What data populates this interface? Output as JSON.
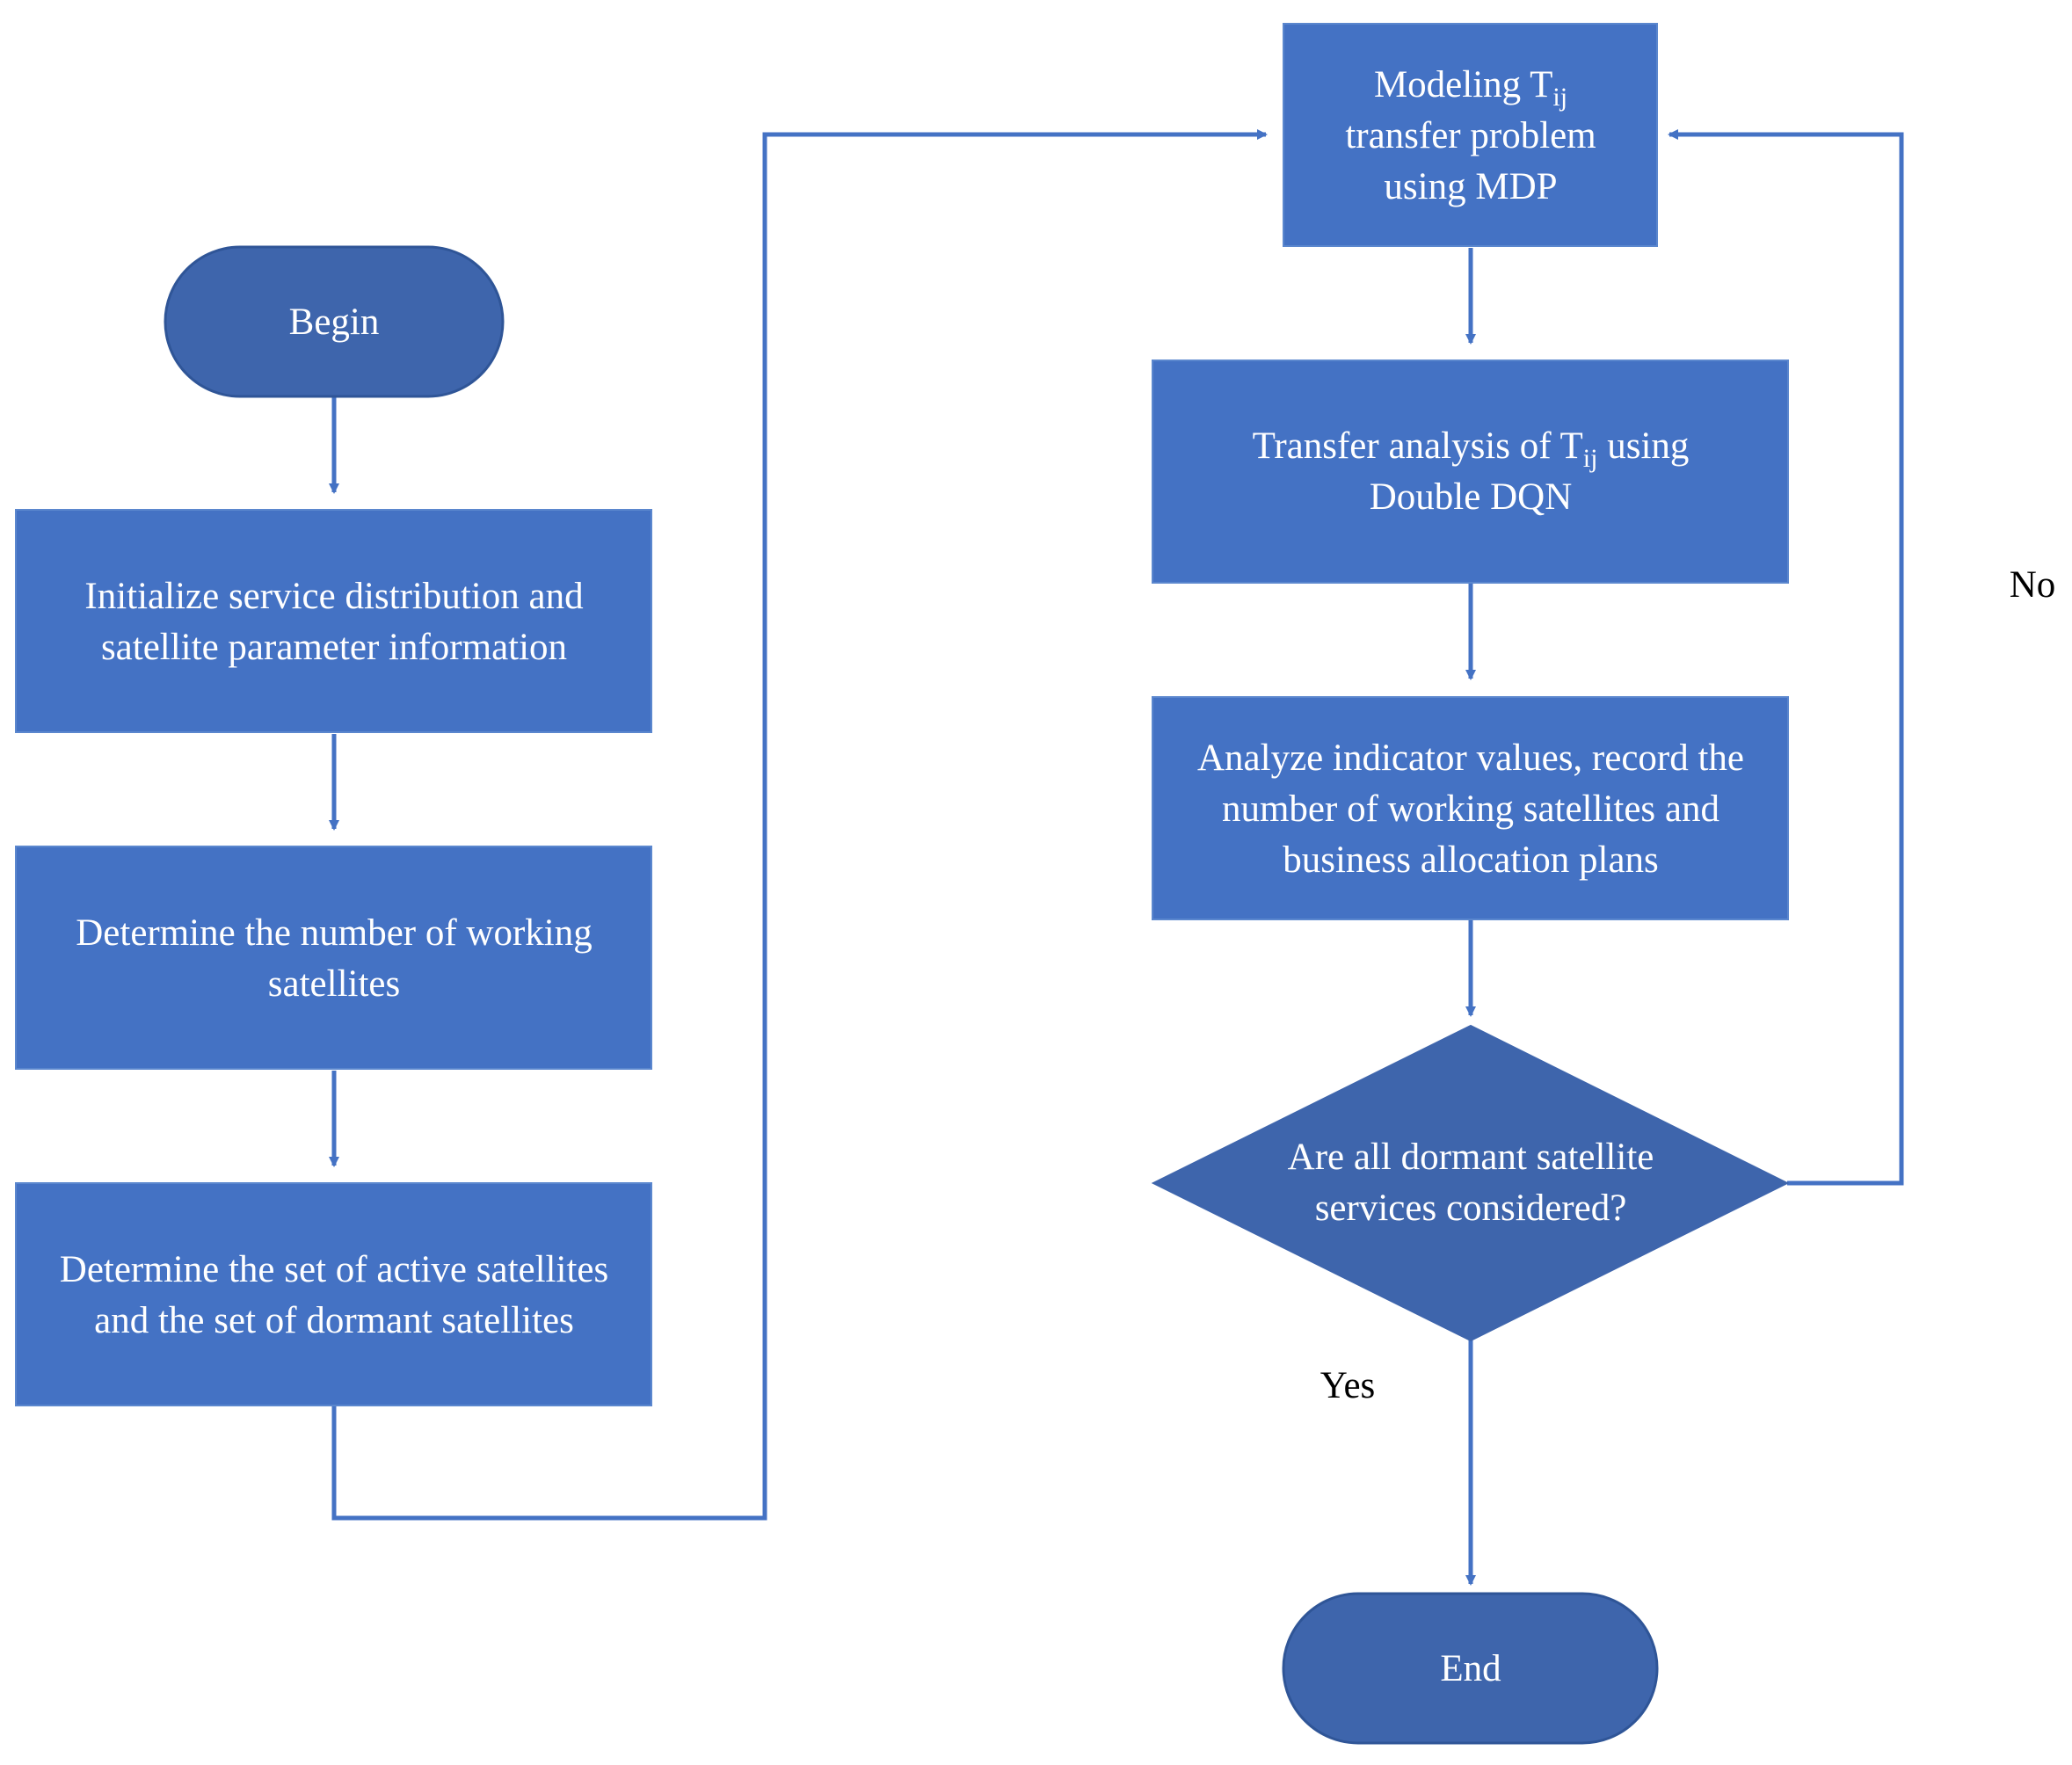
{
  "colors": {
    "process_fill": "#4472C4",
    "process_stroke": "#5B87CE",
    "terminal_fill": "#3E65AC",
    "terminal_stroke": "#2F5597",
    "decision_fill": "#3E65AC",
    "edge": "#4472C4",
    "text": "#FFFFFF",
    "label_text": "#000000"
  },
  "nodes": {
    "begin": {
      "kind": "terminal",
      "lines": [
        "Begin"
      ]
    },
    "init": {
      "kind": "process",
      "lines": [
        "Initialize service distribution and",
        "satellite parameter information"
      ]
    },
    "determine_number": {
      "kind": "process",
      "lines": [
        "Determine the number of working",
        "satellites"
      ]
    },
    "determine_sets": {
      "kind": "process",
      "lines": [
        "Determine the set of active satellites",
        "and the set of dormant satellites"
      ]
    },
    "modeling": {
      "kind": "process",
      "lines": [
        "Modeling T",
        "transfer problem",
        "using MDP"
      ],
      "subscript": "ij",
      "subscript_line": 0
    },
    "transfer_analysis": {
      "kind": "process",
      "line1_prefix": "Transfer analysis of T",
      "subscript": "ij",
      "line1_suffix": " using",
      "line2": "Double DQN"
    },
    "analyze": {
      "kind": "process",
      "lines": [
        "Analyze indicator values, record the",
        "number of working satellites and",
        "business allocation plans"
      ]
    },
    "decision": {
      "kind": "decision",
      "lines": [
        "Are all dormant satellite",
        "services considered?"
      ]
    },
    "end": {
      "kind": "terminal",
      "lines": [
        "End"
      ]
    }
  },
  "edge_labels": {
    "no": "No",
    "yes": "Yes"
  }
}
